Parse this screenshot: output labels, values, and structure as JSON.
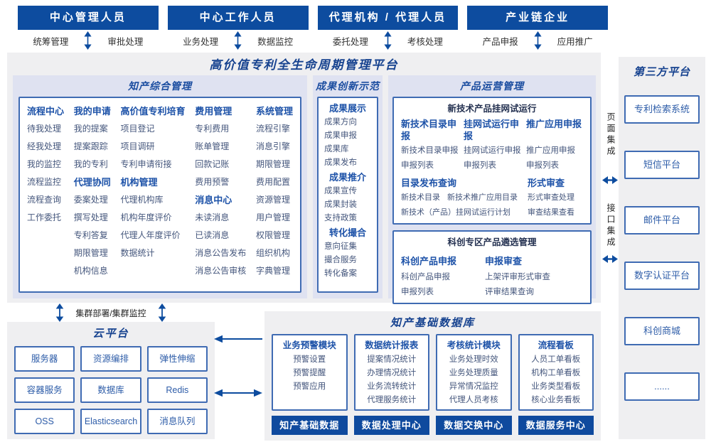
{
  "palette": {
    "navy": "#0d4c9f",
    "footer_navy": "#0f4a9e",
    "border_blue": "#3f6bb3",
    "header_blue": "#1d52a8",
    "item_text": "#44567c",
    "lavender_bg": "#dfe2f1",
    "panel_gray": "#efeff1",
    "title_navy": "#16428f"
  },
  "top_roles": [
    {
      "title": "中心管理人员",
      "left_label": "统筹管理",
      "right_label": "审批处理"
    },
    {
      "title": "中心工作人员",
      "left_label": "业务处理",
      "right_label": "数据监控"
    },
    {
      "title": "代理机构 / 代理人员",
      "left_label": "委托处理",
      "right_label": "考核处理"
    },
    {
      "title": "产业链企业",
      "left_label": "产品申报",
      "right_label": "应用推广"
    }
  ],
  "platform_title": "高价值专利全生命周期管理平台",
  "ip_management": {
    "title": "知产综合管理",
    "columns": [
      {
        "groups": [
          {
            "header": "流程中心",
            "items": [
              "待我处理",
              "经我处理",
              "我的监控",
              "流程监控",
              "流程查询",
              "工作委托"
            ]
          }
        ]
      },
      {
        "groups": [
          {
            "header": "我的申请",
            "items": [
              "我的提案",
              "提案跟踪",
              "我的专利"
            ]
          },
          {
            "header": "代理协同",
            "items": [
              "委案处理",
              "撰写处理",
              "专利答复",
              "期限管理",
              "机构信息"
            ]
          }
        ]
      },
      {
        "groups": [
          {
            "header": "高价值专利培育",
            "items": [
              "项目登记",
              "项目调研",
              "专利申请衔接"
            ]
          },
          {
            "header": "机构管理",
            "items": [
              "代理机构库",
              "机构年度评价",
              "代理人年度评价",
              "数据统计"
            ]
          }
        ]
      },
      {
        "groups": [
          {
            "header": "费用管理",
            "items": [
              "专利费用",
              "账单管理",
              "回款记账",
              "费用预警"
            ]
          },
          {
            "header": "消息中心",
            "items": [
              "未读消息",
              "已读消息",
              "消息公告发布",
              "消息公告审核"
            ]
          }
        ]
      },
      {
        "groups": [
          {
            "header": "系统管理",
            "items": [
              "流程引擎",
              "消息引擎",
              "期限管理",
              "费用配置",
              "资源管理",
              "用户管理",
              "权限管理",
              "组织机构",
              "字典管理"
            ]
          }
        ]
      }
    ]
  },
  "achievement": {
    "title": "成果创新示范",
    "groups": [
      {
        "header": "成果展示",
        "items": [
          "成果方向",
          "成果申报",
          "成果库",
          "成果发布"
        ]
      },
      {
        "header": "成果推介",
        "items": [
          "成果宣传",
          "成果封装",
          "支持政策"
        ]
      },
      {
        "header": "转化撮合",
        "items": [
          "意向征集",
          "撮合服务",
          "转化备案"
        ]
      }
    ]
  },
  "product_ops": {
    "title": "产品运营管理",
    "trial_box": {
      "title": "新技术产品挂网试运行",
      "columns": [
        {
          "header": "新技术目录申报",
          "items": [
            "新技术目录申报",
            "申报列表"
          ]
        },
        {
          "header": "挂网试运行申报",
          "items": [
            "挂网试运行申报",
            "申报列表"
          ]
        },
        {
          "header": "推广应用申报",
          "items": [
            "推广应用申报",
            "申报列表"
          ]
        }
      ],
      "bottom_left": {
        "header": "目录发布查询",
        "row_items": [
          "新技术目录",
          "新技术推广应用目录"
        ],
        "full_item": "新技术（产品）挂网试运行计划"
      },
      "bottom_right": {
        "header": "形式审查",
        "items": [
          "形式审查处理",
          "审查结果查看"
        ]
      }
    },
    "selection_box": {
      "title": "科创专区产品遴选管理",
      "columns": [
        {
          "header": "科创产品申报",
          "items": [
            "科创产品申报",
            "申报列表"
          ]
        },
        {
          "header": "申报审查",
          "items": [
            "上架评审形式审查",
            "评审结果查询"
          ]
        }
      ]
    }
  },
  "cluster_label": "集群部署/集群监控",
  "cloud": {
    "title": "云平台",
    "items": [
      "服务器",
      "资源编排",
      "弹性伸缩",
      "容器服务",
      "数据库",
      "Redis",
      "OSS",
      "Elasticsearch",
      "消息队列"
    ]
  },
  "knowledge_base": {
    "title": "知产基础数据库",
    "modules": [
      {
        "header": "业务预警模块",
        "items": [
          "预警设置",
          "预警提醒",
          "预警应用"
        ],
        "footer": "知产基础数据"
      },
      {
        "header": "数据统计报表",
        "items": [
          "提案情况统计",
          "办理情况统计",
          "业务流转统计",
          "代理服务统计"
        ],
        "footer": "数据处理中心"
      },
      {
        "header": "考核统计模块",
        "items": [
          "业务处理时效",
          "业务处理质量",
          "异常情况监控",
          "代理人员考核"
        ],
        "footer": "数据交换中心"
      },
      {
        "header": "流程看板",
        "items": [
          "人员工单看板",
          "机构工单看板",
          "业务类型看板",
          "核心业务看板"
        ],
        "footer": "数据服务中心"
      }
    ]
  },
  "third_party": {
    "title": "第三方平台",
    "items": [
      "专利检索系统",
      "短信平台",
      "邮件平台",
      "数字认证平台",
      "科创商城",
      "......"
    ]
  },
  "integration": {
    "page_label": "页面集成",
    "api_label": "接口集成"
  }
}
